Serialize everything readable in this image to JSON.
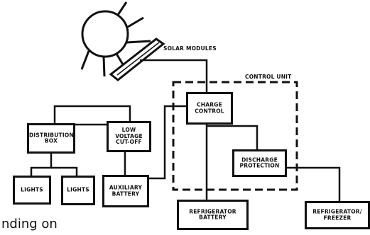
{
  "labels": {
    "solar_modules": "SOLAR MODULES",
    "control_unit": "CONTROL UNIT",
    "charge_control": "CHARGE\nCONTROL",
    "distribution_box": "DISTRIBUTION\nBOX",
    "low_voltage_cutoff": "LOW\nVOLTAGE\nCUT-OFF",
    "discharge_protection": "DISCHARGE\nPROTECTION",
    "lights_1": "LIGHTS",
    "lights_2": "LIGHTS",
    "auxiliary_battery": "AUXILIARY\nBATTERY",
    "refrigerator_battery": "REFRIGERATOR\nBATTERY",
    "refrigerator_freezer": "REFRIGERATOR/\nFREEZER"
  },
  "cut_text": "nding on"
}
